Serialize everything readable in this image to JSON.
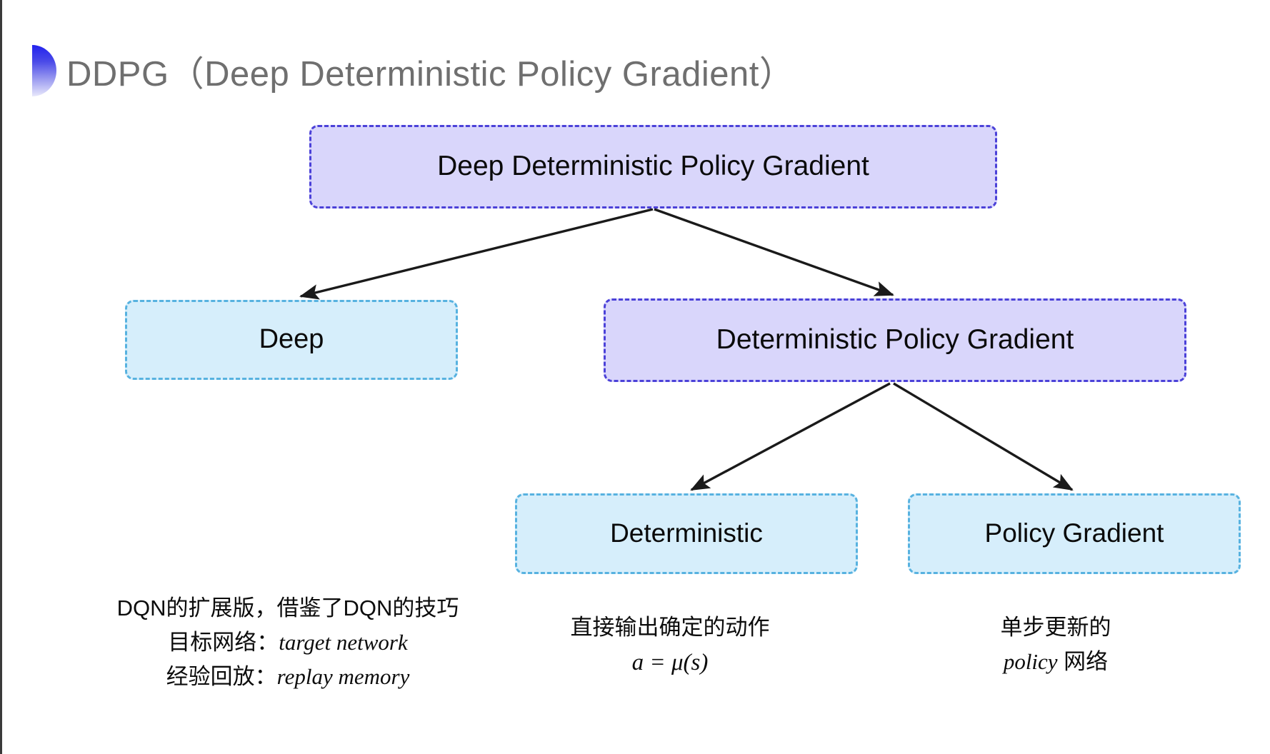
{
  "slide": {
    "title": "DDPG（Deep Deterministic Policy Gradient）",
    "background_color": "#ffffff",
    "bullet_gradient_from": "#2222ee",
    "bullet_gradient_to": "#e8e8fb"
  },
  "diagram": {
    "type": "tree",
    "nodes": [
      {
        "id": "ddpg",
        "label": "Deep Deterministic Policy Gradient",
        "fill": "#d9d6fb",
        "border": "#4b41d8"
      },
      {
        "id": "deep",
        "label": "Deep",
        "fill": "#d6eefb",
        "border": "#57b2e0"
      },
      {
        "id": "dpg",
        "label": "Deterministic Policy Gradient",
        "fill": "#d9d6fb",
        "border": "#4b41d8"
      },
      {
        "id": "deterministic",
        "label": "Deterministic",
        "fill": "#d6eefb",
        "border": "#57b2e0"
      },
      {
        "id": "policy_gradient",
        "label": "Policy Gradient",
        "fill": "#d6eefb",
        "border": "#57b2e0"
      }
    ],
    "edges": [
      {
        "from": "ddpg",
        "to": "deep"
      },
      {
        "from": "ddpg",
        "to": "dpg"
      },
      {
        "from": "dpg",
        "to": "deterministic"
      },
      {
        "from": "dpg",
        "to": "policy_gradient"
      }
    ],
    "arrow_color": "#1a1a1a"
  },
  "annotations": {
    "left": {
      "line1": "DQN的扩展版，借鉴了DQN的技巧",
      "line2_label": "目标网络：",
      "line2_value": "target network",
      "line3_label": "经验回放：",
      "line3_value": "replay memory"
    },
    "middle": {
      "line1": "直接输出确定的动作",
      "formula": "a = μ(s)"
    },
    "right": {
      "line1": "单步更新的",
      "line2_value": "policy",
      "line2_suffix": " 网络"
    }
  }
}
